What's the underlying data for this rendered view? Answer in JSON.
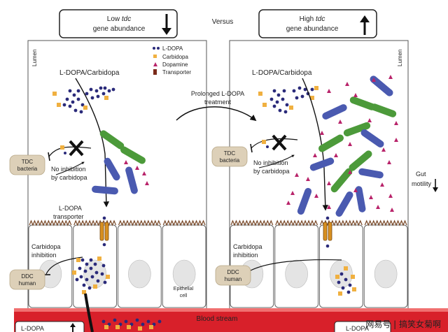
{
  "header": {
    "left_box": {
      "line1": "Low ",
      "italic": "tdc",
      "line2": "gene abundance",
      "arrow": "down"
    },
    "versus": "Versus",
    "right_box": {
      "line1": "High ",
      "italic": "tdc",
      "line2": "gene abundance",
      "arrow": "up"
    }
  },
  "legend": {
    "items": [
      {
        "label": "L-DOPA",
        "color": "#2a2a7a"
      },
      {
        "label": "Carbidopa",
        "color": "#f0b040"
      },
      {
        "label": "Dopamine",
        "color": "#b8236a"
      },
      {
        "label": "Transporter",
        "color": "#7a2a1a"
      }
    ]
  },
  "left_panel": {
    "lumen": "Lumen",
    "ldopa_carbidopa": "L-DOPA/Carbidopa",
    "tdc_bacteria": [
      "TDC",
      "bacteria"
    ],
    "no_inhibition": [
      "No inhibition",
      "by carbidopa"
    ],
    "ldopa_transporter": [
      "L-DOPA",
      "transporter"
    ],
    "carbidopa_inhibition": [
      "Carbidopa",
      "inhibition"
    ],
    "ddc_human": [
      "DDC",
      "human"
    ],
    "epithelial_cell": [
      "Epithelial",
      "cell"
    ]
  },
  "middle": {
    "prolonged": [
      "Prolonged L-DOPA",
      "treatment"
    ]
  },
  "right_panel": {
    "lumen": "Lumen",
    "ldopa_carbidopa": "L-DOPA/Carbidopa",
    "tdc_bacteria": [
      "TDC",
      "bacteria"
    ],
    "no_inhibition": [
      "No inhibition",
      "by carbidopa"
    ],
    "gut_motility": [
      "Gut",
      "motility"
    ],
    "carbidopa_inhibition": [
      "Carbidopa",
      "inhibition"
    ],
    "ddc_human": [
      "DDC",
      "human"
    ]
  },
  "bottom": {
    "blood_stream": "Blood stream",
    "left_label": "L-DOPA",
    "right_label": "L-DOPA"
  },
  "watermark": "网易号 | 搞笑女菊啊",
  "colors": {
    "ldopa": "#2a2a7a",
    "carbidopa": "#f0b040",
    "dopamine": "#b8236a",
    "bacteria_green": "#4c9a3a",
    "bacteria_blue": "#4a5ab0",
    "tdc_box": "#ddd0b8",
    "blood": "#d8202a",
    "transporter": "#d89020"
  }
}
